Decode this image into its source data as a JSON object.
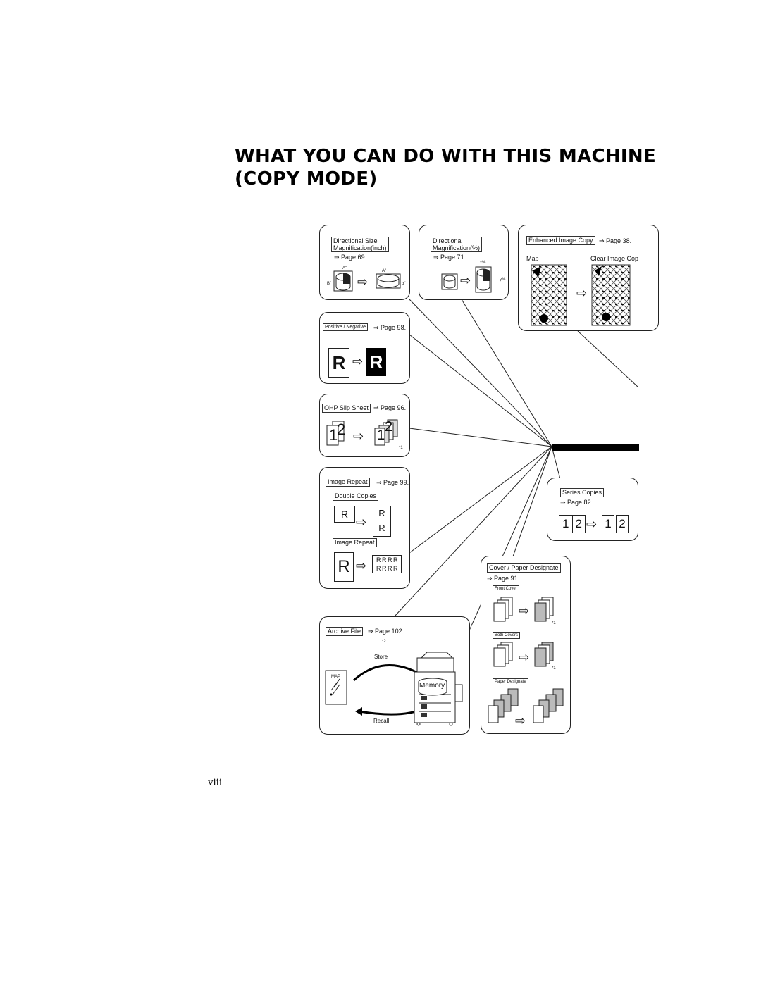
{
  "page": {
    "title_line1": "WHAT YOU CAN DO WITH THIS MACHINE",
    "title_line2": "(COPY MODE)",
    "page_number": "viii"
  },
  "arrow_glyph": "⇨",
  "features": {
    "dir_size": {
      "label_line1": "Directional Size",
      "label_line2": "Magnification(inch)",
      "page": "⇒ Page 69.",
      "dims": [
        "A\"",
        "B\"",
        "A\"",
        "b\""
      ]
    },
    "dir_pct": {
      "label_line1": "Directional",
      "label_line2": "Magnification(%)",
      "page": "⇒ Page 71.",
      "dims": [
        "x%",
        "y%"
      ]
    },
    "enhanced": {
      "label": "Enhanced Image Copy",
      "page": "⇒ Page 38.",
      "left_caption": "Map",
      "right_caption": "Clear Image Cop"
    },
    "posneg": {
      "label": "Positive / Negative",
      "page": "⇒ Page 98.",
      "letter": "R"
    },
    "ohp": {
      "label": "OHP Slip Sheet",
      "page": "⇒ Page 96.",
      "note": "*1",
      "digits": [
        "1",
        "2"
      ]
    },
    "repeat": {
      "label": "Image Repeat",
      "page": "⇒ Page 99.",
      "sub1": "Double Copies",
      "sub2": "Image Repeat",
      "letter": "R",
      "grid_row": "R R R R"
    },
    "series": {
      "label": "Series Copies",
      "page": "⇒ Page 82.",
      "d1": "1",
      "d2": "2"
    },
    "cover": {
      "label": "Cover / Paper Designate",
      "page": "⇒ Page 91.",
      "sub1": "Front Cover",
      "sub2": "Both Covers",
      "sub3": "Paper Designate",
      "note": "*1"
    },
    "archive": {
      "label": "Archive File",
      "page": "⇒ Page 102.",
      "note": "*2",
      "store": "Store",
      "recall": "Recall",
      "memory": "Memory",
      "map": "MAP"
    }
  }
}
